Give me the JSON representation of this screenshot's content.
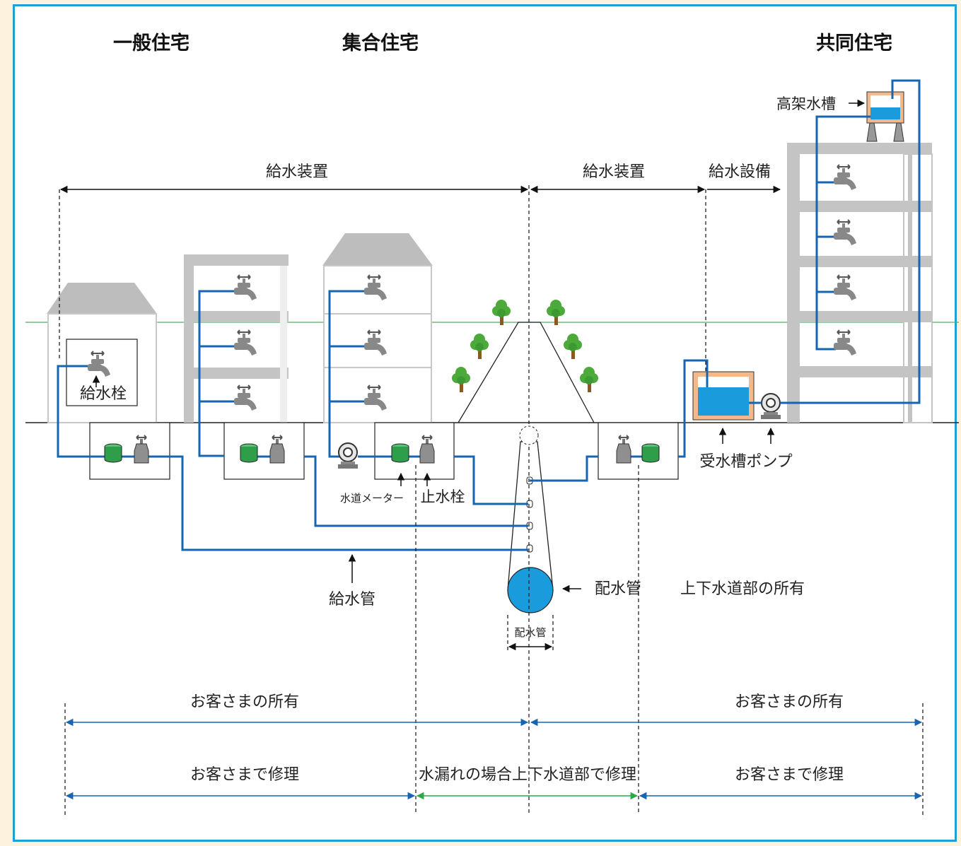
{
  "headings": {
    "general_house": "一般住宅",
    "apartment": "集合住宅",
    "shared_house": "共同住宅"
  },
  "labels": {
    "elevated_tank": "高架水槽",
    "supply_device_left": "給水装置",
    "supply_device_right": "給水装置",
    "supply_facility": "給水設備",
    "hydrant": "給水栓",
    "water_meter": "水道メーター",
    "stop_valve": "止水栓",
    "receiving_tank_pump": "受水槽ポンプ",
    "supply_pipe": "給水管",
    "distribution_pipe": "配水管",
    "ownership_note": "上下水道部の所有",
    "distribution_pipe_small": "配水管"
  },
  "ranges": {
    "customer_owned_left": "お客さまの所有",
    "customer_owned_right": "お客さまの所有",
    "customer_repair_left": "お客さまで修理",
    "utility_repair": "水漏れの場合上下水道部で修理",
    "customer_repair_right": "お客さまで修理"
  },
  "colors": {
    "pipe": "#1565b0",
    "water": "#1a9bdc",
    "meter": "#2e9e4a",
    "building": "#c4c4c4",
    "green_arrow": "#2aa84a"
  }
}
